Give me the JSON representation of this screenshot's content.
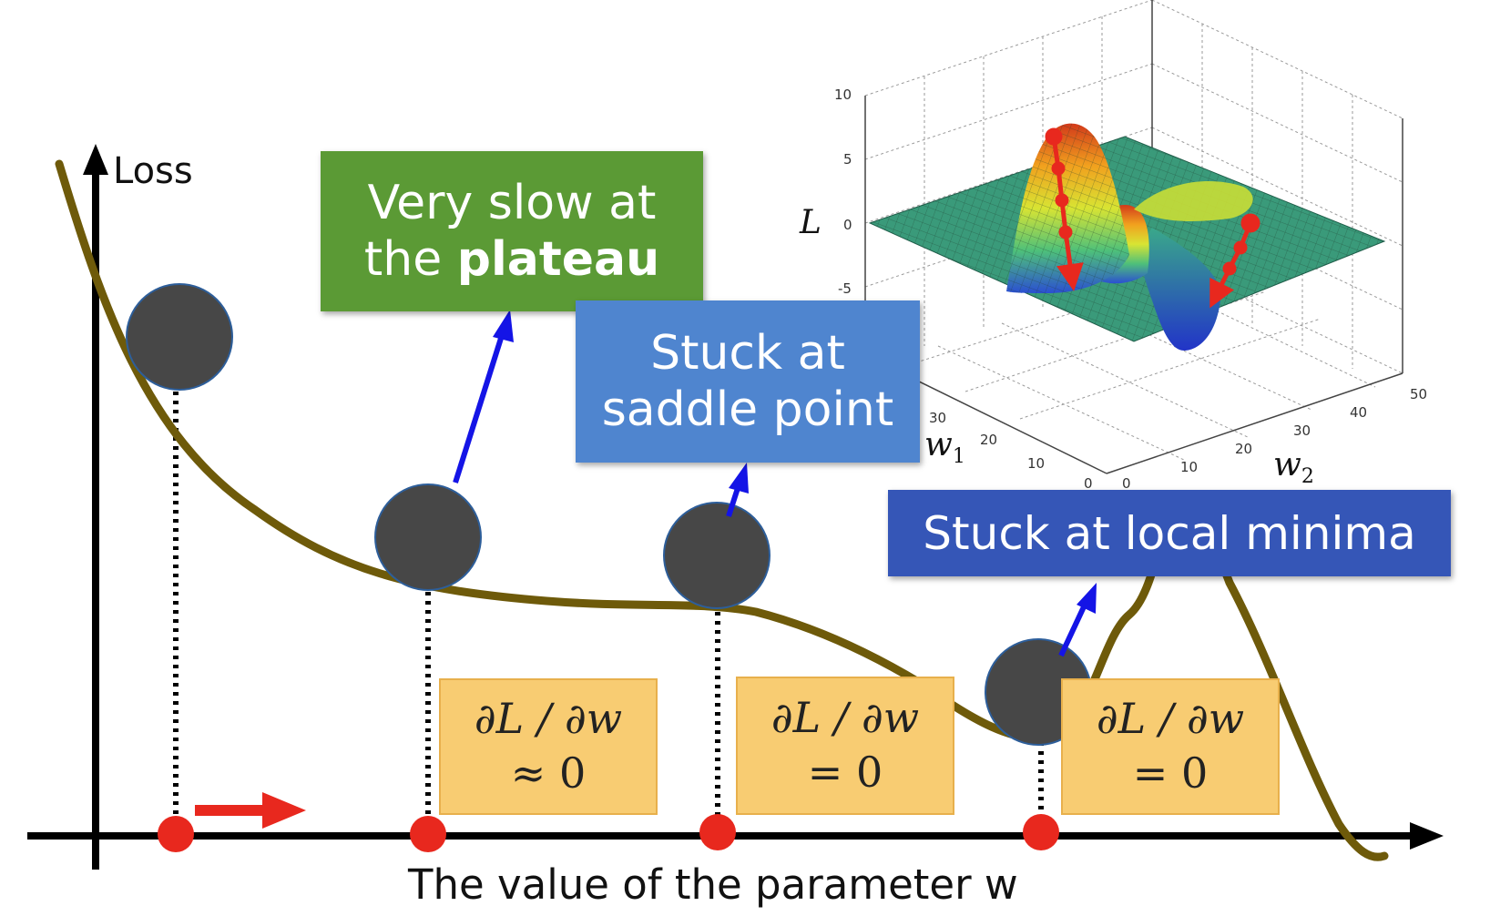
{
  "diagram": {
    "y_axis_label": "Loss",
    "x_axis_label": "The value of the parameter w",
    "plateau_box": {
      "line1": "Very slow at",
      "line2_prefix": "the ",
      "line2_bold": "plateau",
      "color": "#5b9a35"
    },
    "saddle_box": {
      "line1": "Stuck at",
      "line2": "saddle point",
      "color": "#4f85cf"
    },
    "minima_box": {
      "text": "Stuck at local minima",
      "color": "#3556b7"
    },
    "grad_boxes": [
      {
        "line1": "∂L / ∂w",
        "line2": "≈ 0"
      },
      {
        "line1": "∂L / ∂w",
        "line2": "= 0"
      },
      {
        "line1": "∂L / ∂w",
        "line2": "= 0"
      }
    ],
    "surface_plot": {
      "z_label": "L",
      "w1_label": "w",
      "w1_sub": "1",
      "w2_label": "w",
      "w2_sub": "2",
      "z_ticks": [
        "10",
        "5",
        "0",
        "-5"
      ],
      "w1_ticks": [
        "30",
        "20",
        "10",
        "0"
      ],
      "w2_ticks": [
        "0",
        "10",
        "20",
        "30",
        "40",
        "50"
      ]
    },
    "colors": {
      "curve": "#6e5a0a",
      "ball": "#474747",
      "marker": "#e8281e",
      "pointer": "#1414e6"
    }
  }
}
